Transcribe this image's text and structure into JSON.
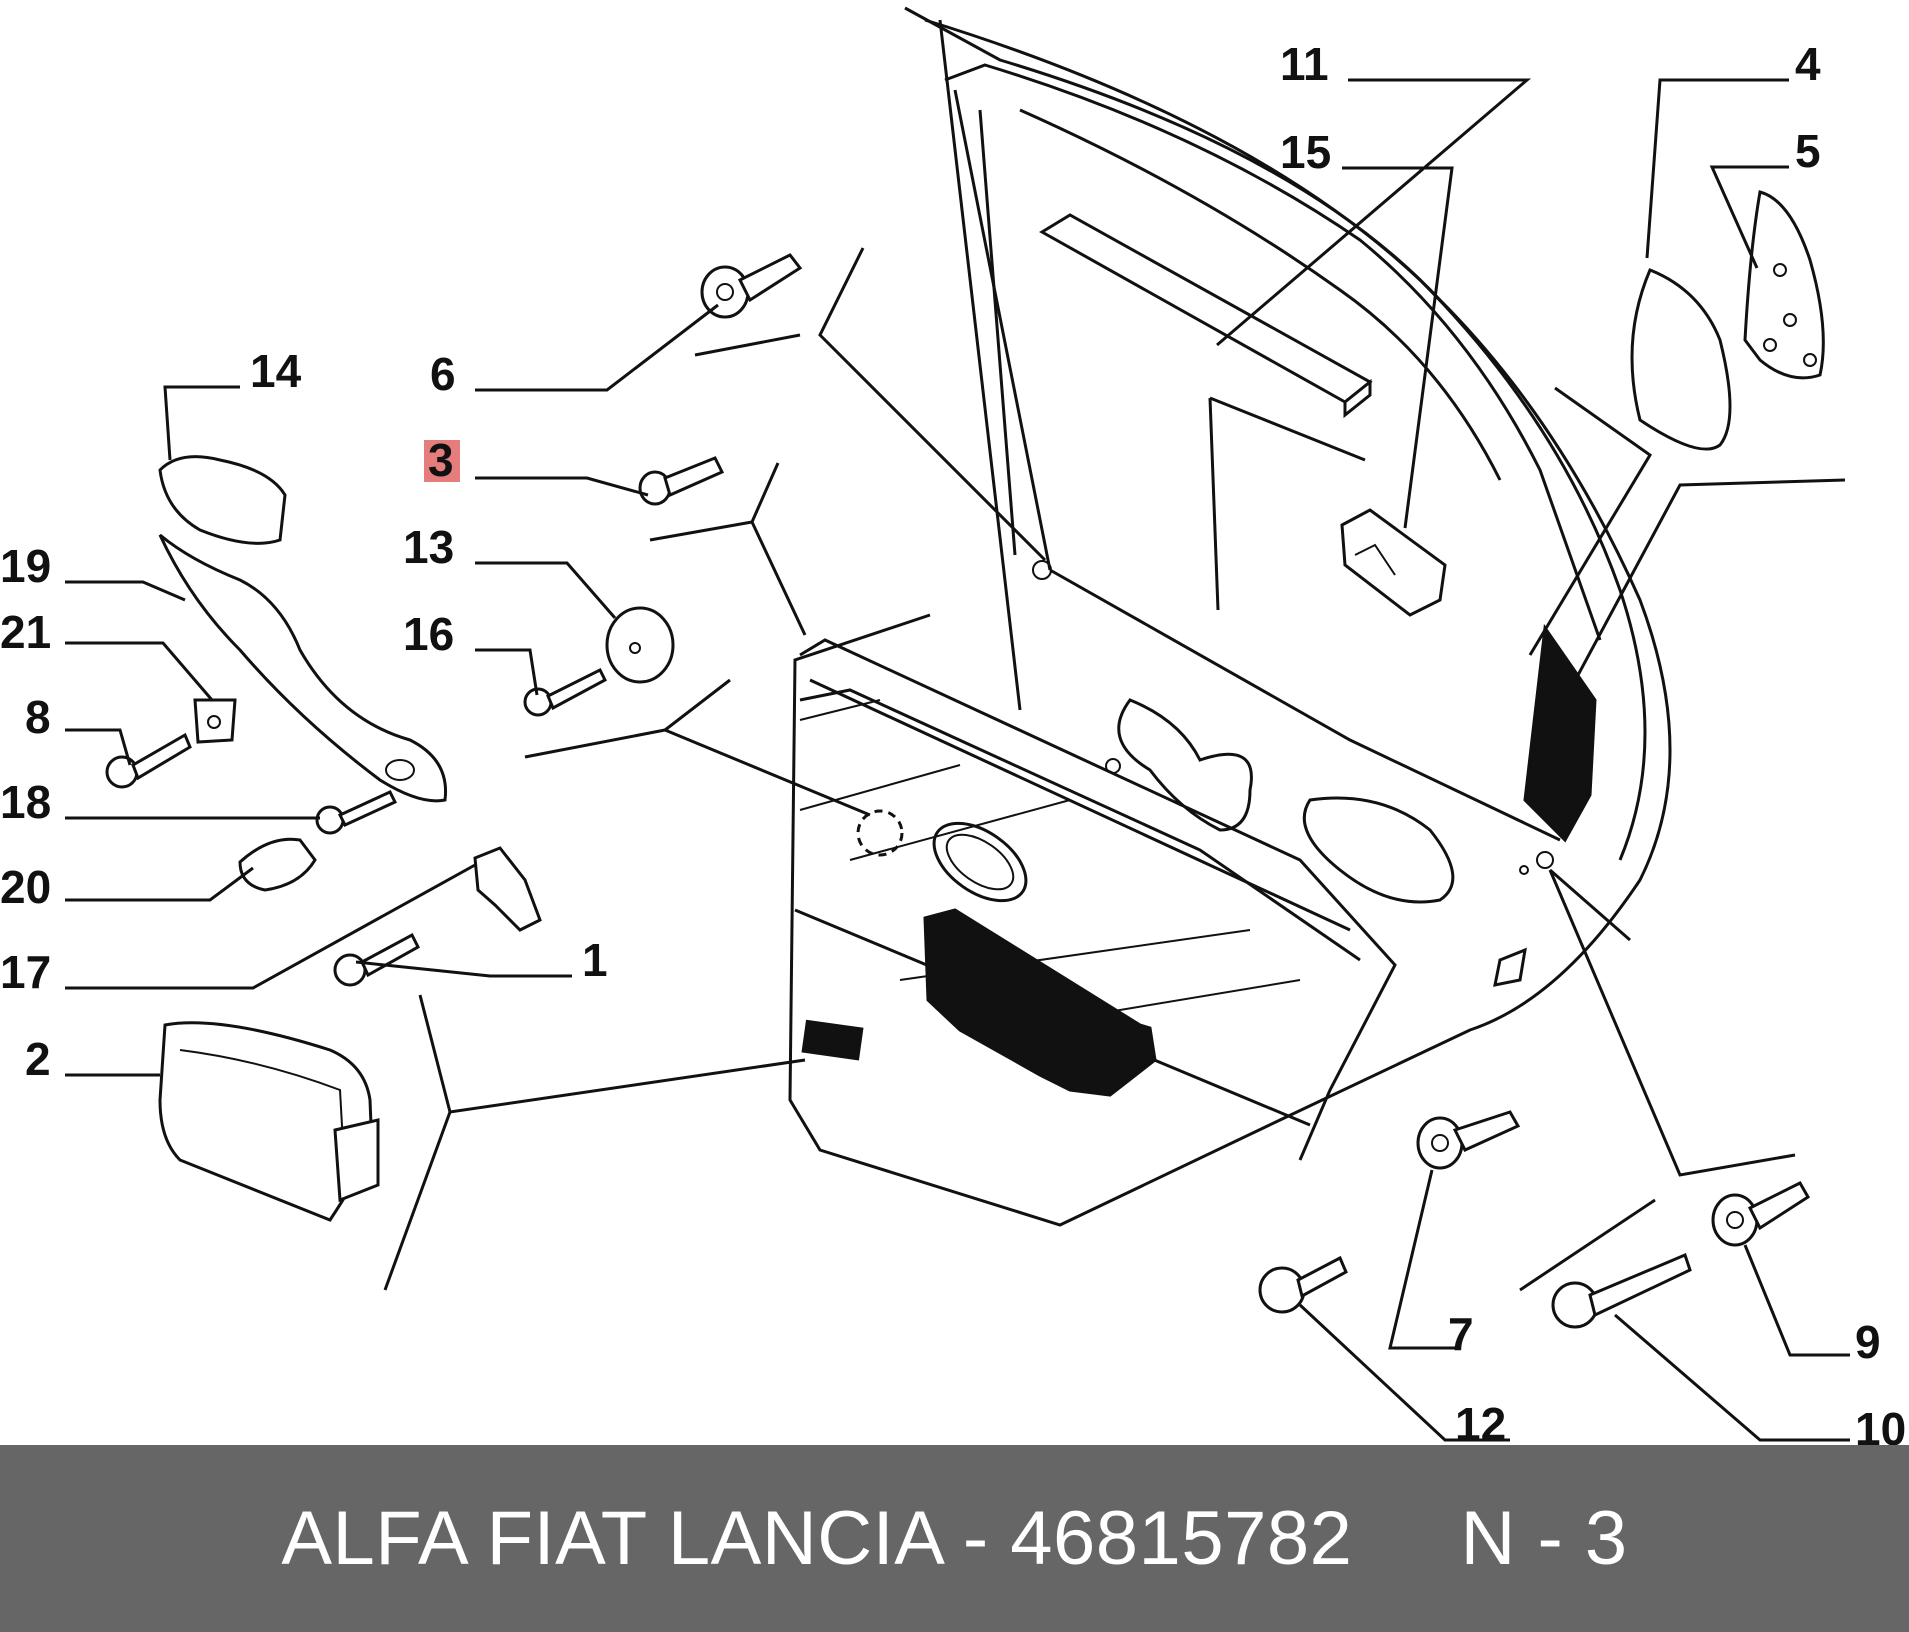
{
  "diagram": {
    "highlight_color": "#e06666",
    "labels": {
      "l1": "1",
      "l2": "2",
      "l3": "3",
      "l4": "4",
      "l5": "5",
      "l6": "6",
      "l7": "7",
      "l8": "8",
      "l9": "9",
      "l10": "10",
      "l11": "11",
      "l12": "12",
      "l13": "13",
      "l14": "14",
      "l15": "15",
      "l16": "16",
      "l17": "17",
      "l18": "18",
      "l19": "19",
      "l20": "20",
      "l21": "21"
    }
  },
  "footer": {
    "background": "#666666",
    "text": "ALFA FIAT LANCIA - 46815782     N - 3"
  }
}
